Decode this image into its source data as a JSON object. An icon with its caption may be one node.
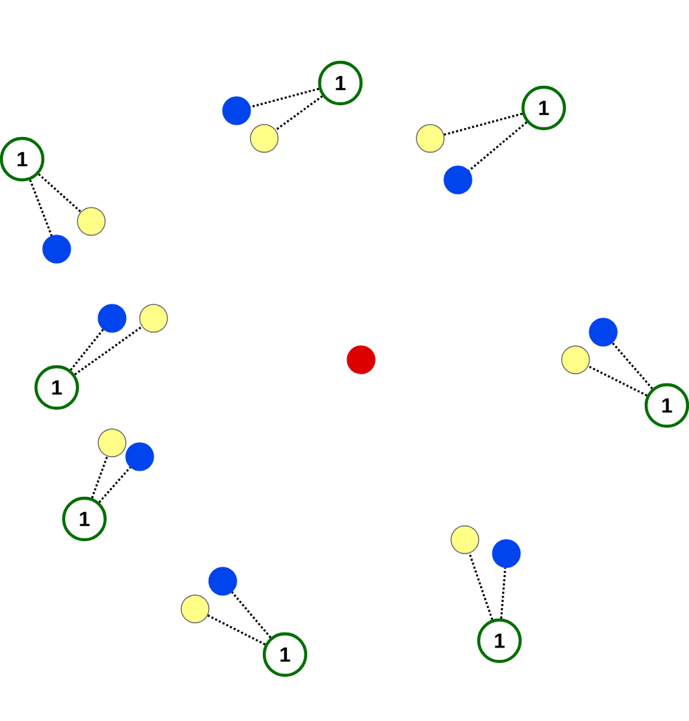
{
  "diagram": {
    "nodes": [
      {
        "text": [
          "1"
        ]
      },
      {
        "text": [],
        "shape": "circle"
      },
      {
        "text": [],
        "shape": "circle"
      },
      {
        "text": [
          "1"
        ]
      },
      {
        "text": [],
        "shape": "circle"
      },
      {
        "text": [],
        "shape": "circle"
      },
      {
        "text": [
          "1"
        ]
      },
      {
        "text": [],
        "shape": "circle"
      },
      {
        "text": [],
        "shape": "circle"
      },
      {
        "text": [
          "1"
        ]
      },
      {
        "text": [],
        "shape": "circle"
      },
      {
        "text": [],
        "shape": "circle"
      },
      {
        "text": [],
        "shape": "circle"
      },
      {
        "text": [
          "1"
        ]
      },
      {
        "text": [],
        "shape": "circle"
      },
      {
        "text": [],
        "shape": "circle"
      },
      {
        "text": [
          "1"
        ]
      },
      {
        "text": [],
        "shape": "circle"
      },
      {
        "text": [],
        "shape": "circle"
      },
      {
        "text": [
          "1"
        ]
      },
      {
        "text": [],
        "shape": "circle"
      },
      {
        "text": [],
        "shape": "circle"
      },
      {
        "text": [
          "1"
        ]
      },
      {
        "text": [],
        "shape": "circle"
      },
      {
        "text": [],
        "shape": "circle"
      }
    ],
    "edges": [
      {
        "from": 0,
        "to": 1,
        "arrow": "none",
        "style": "dashed"
      },
      {
        "from": 0,
        "to": 2,
        "arrow": "none",
        "style": "dashed"
      },
      {
        "from": 3,
        "to": 4,
        "arrow": "none",
        "style": "dashed"
      },
      {
        "from": 3,
        "to": 5,
        "arrow": "none",
        "style": "dashed"
      },
      {
        "from": 6,
        "to": 7,
        "arrow": "none",
        "style": "dashed"
      },
      {
        "from": 6,
        "to": 8,
        "arrow": "none",
        "style": "dashed"
      },
      {
        "from": 9,
        "to": 10,
        "arrow": "none",
        "style": "dashed"
      },
      {
        "from": 9,
        "to": 11,
        "arrow": "none",
        "style": "dashed"
      },
      {
        "from": 13,
        "to": 14,
        "arrow": "none",
        "style": "dashed"
      },
      {
        "from": 13,
        "to": 15,
        "arrow": "none",
        "style": "dashed"
      },
      {
        "from": 16,
        "to": 17,
        "arrow": "none",
        "style": "dashed"
      },
      {
        "from": 16,
        "to": 18,
        "arrow": "none",
        "style": "dashed"
      },
      {
        "from": 19,
        "to": 20,
        "arrow": "none",
        "style": "dashed"
      },
      {
        "from": 19,
        "to": 21,
        "arrow": "none",
        "style": "dashed"
      },
      {
        "from": 22,
        "to": 23,
        "arrow": "none",
        "style": "dashed"
      },
      {
        "from": 22,
        "to": 24,
        "arrow": "none",
        "style": "dashed"
      }
    ]
  }
}
